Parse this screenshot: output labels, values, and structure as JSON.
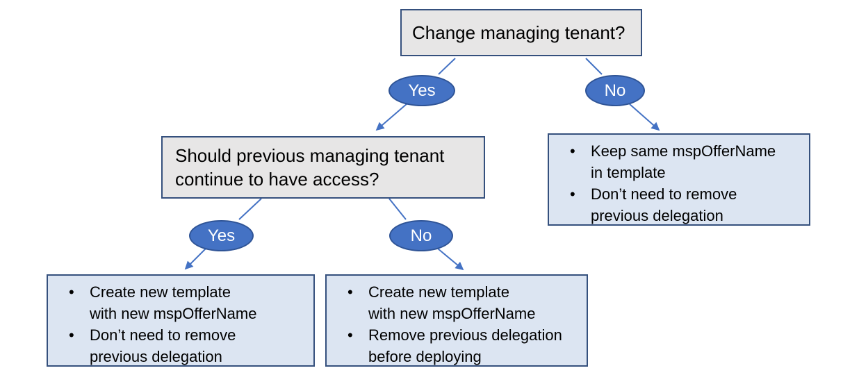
{
  "colors": {
    "question_fill": "#E7E6E6",
    "outcome_fill": "#DCE5F2",
    "node_border": "#35507D",
    "oval_fill": "#4472C4",
    "oval_border": "#2F5496",
    "connector": "#4472C4",
    "oval_text": "#FFFFFF",
    "text": "#000000"
  },
  "nodes": {
    "q1": {
      "text": "Change managing tenant?"
    },
    "q1_yes": {
      "label": "Yes"
    },
    "q1_no": {
      "label": "No"
    },
    "q2": {
      "text": "Should previous managing tenant\ncontinue to have access?"
    },
    "q2_yes": {
      "label": "Yes"
    },
    "q2_no": {
      "label": "No"
    },
    "outcome_q1_no": {
      "items": [
        "Keep same mspOfferName\nin template",
        "Don’t need to remove\nprevious delegation"
      ]
    },
    "outcome_q2_yes": {
      "items": [
        "Create new template\nwith new mspOfferName",
        "Don’t need to remove\nprevious delegation"
      ]
    },
    "outcome_q2_no": {
      "items": [
        "Create new template\nwith new mspOfferName",
        "Remove previous delegation\nbefore deploying"
      ]
    }
  }
}
